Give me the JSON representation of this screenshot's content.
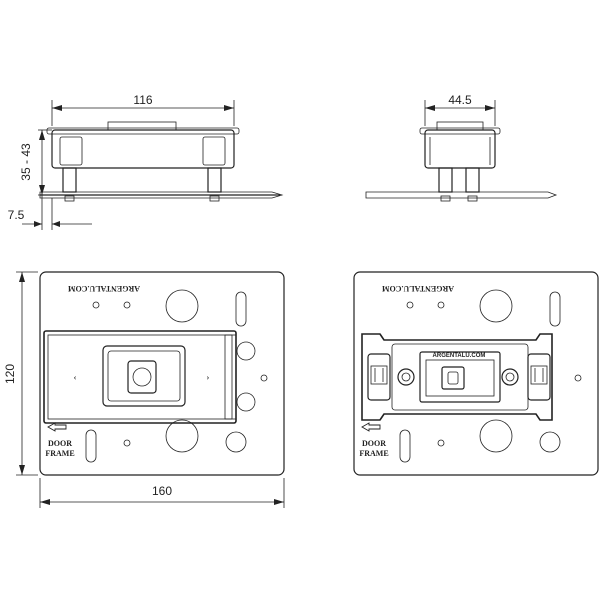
{
  "dimensions": {
    "top_left_width": "116",
    "top_left_height": "35 - 43",
    "top_left_offset": "7.5",
    "top_right_width": "44.5",
    "plate_height": "120",
    "plate_width": "160"
  },
  "plate_marking": {
    "brand_mirrored": "ARGENTALU.COM",
    "door_label": "DOOR",
    "frame_label": "FRAME",
    "mechanism_brand": "ARGENTALU.COM"
  },
  "colors": {
    "line": "#222222",
    "fill_light": "#ececec",
    "background": "#ffffff"
  }
}
